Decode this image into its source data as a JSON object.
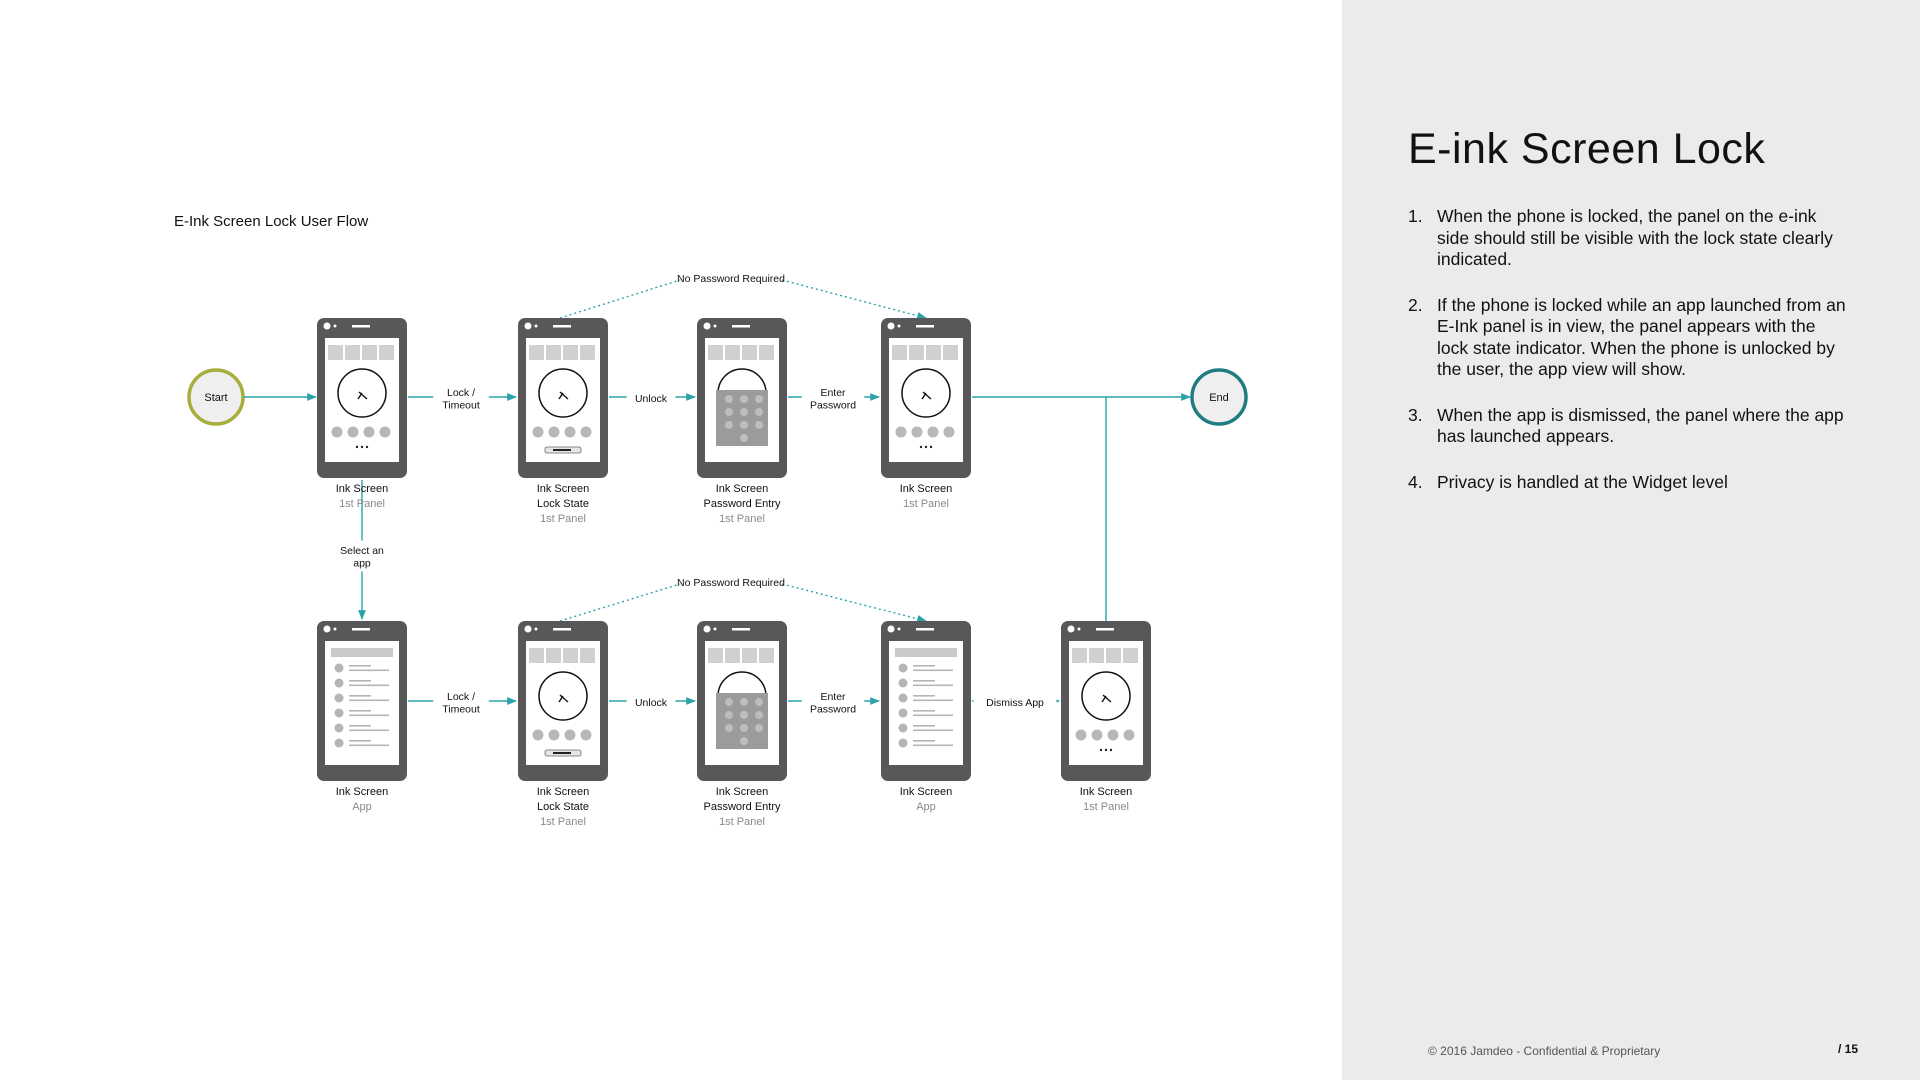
{
  "diagram": {
    "title": "E-Ink Screen Lock User Flow",
    "start_label": "Start",
    "end_label": "End",
    "colors": {
      "arrow": "#2aa4a9",
      "start_ring": "#a6ae3c",
      "end_ring": "#1f7d82",
      "phone_body": "#58585b",
      "subtitle_gray": "#8a8a8a"
    },
    "phones": [
      {
        "id": "p1",
        "screen": "clock",
        "lines": [
          "Ink Screen",
          "1st Panel"
        ]
      },
      {
        "id": "p2",
        "screen": "clock-lock",
        "lines": [
          "Ink Screen",
          "Lock State",
          "1st Panel"
        ]
      },
      {
        "id": "p3",
        "screen": "keypad",
        "lines": [
          "Ink Screen",
          "Password Entry",
          "1st Panel"
        ]
      },
      {
        "id": "p4",
        "screen": "clock",
        "lines": [
          "Ink Screen",
          "1st Panel"
        ]
      },
      {
        "id": "p5",
        "screen": "app-list",
        "lines": [
          "Ink Screen",
          "App"
        ]
      },
      {
        "id": "p6",
        "screen": "clock-lock",
        "lines": [
          "Ink Screen",
          "Lock State",
          "1st Panel"
        ]
      },
      {
        "id": "p7",
        "screen": "keypad",
        "lines": [
          "Ink Screen",
          "Password Entry",
          "1st Panel"
        ]
      },
      {
        "id": "p8",
        "screen": "app-list",
        "lines": [
          "Ink Screen",
          "App"
        ]
      },
      {
        "id": "p9",
        "screen": "clock",
        "lines": [
          "Ink Screen",
          "1st Panel"
        ]
      }
    ],
    "edges": [
      {
        "id": "e1",
        "lines": [
          "Lock /",
          "Timeout"
        ]
      },
      {
        "id": "e2",
        "lines": [
          "Unlock"
        ]
      },
      {
        "id": "e3",
        "lines": [
          "Enter",
          "Password"
        ]
      },
      {
        "id": "e4",
        "lines": [
          "Select an",
          "app"
        ]
      },
      {
        "id": "e5",
        "lines": [
          "Lock /",
          "Timeout"
        ]
      },
      {
        "id": "e6",
        "lines": [
          "Unlock"
        ]
      },
      {
        "id": "e7",
        "lines": [
          "Enter",
          "Password"
        ]
      },
      {
        "id": "e8",
        "lines": [
          "Dismiss App"
        ]
      },
      {
        "id": "e9",
        "lines": [
          "No Password Required"
        ]
      },
      {
        "id": "e10",
        "lines": [
          "No Password Required"
        ]
      }
    ]
  },
  "sidebar": {
    "title": "E-ink Screen Lock",
    "points": [
      {
        "num": "1.",
        "text": "When the phone is locked, the panel on the e-ink side should still be visible with the lock state clearly indicated."
      },
      {
        "num": "2.",
        "text": "If the phone is locked while an app launched from an E-Ink panel is in view, the panel appears with the lock state indicator. When the phone is unlocked by the user, the app view will show."
      },
      {
        "num": "3.",
        "text": "When the app is dismissed, the panel where the app has launched appears."
      },
      {
        "num": "4.",
        "text": "Privacy is handled at the Widget level"
      }
    ]
  },
  "footer": {
    "copyright": "© 2016 Jamdeo - Confidential & Proprietary",
    "page": "/ 15"
  }
}
